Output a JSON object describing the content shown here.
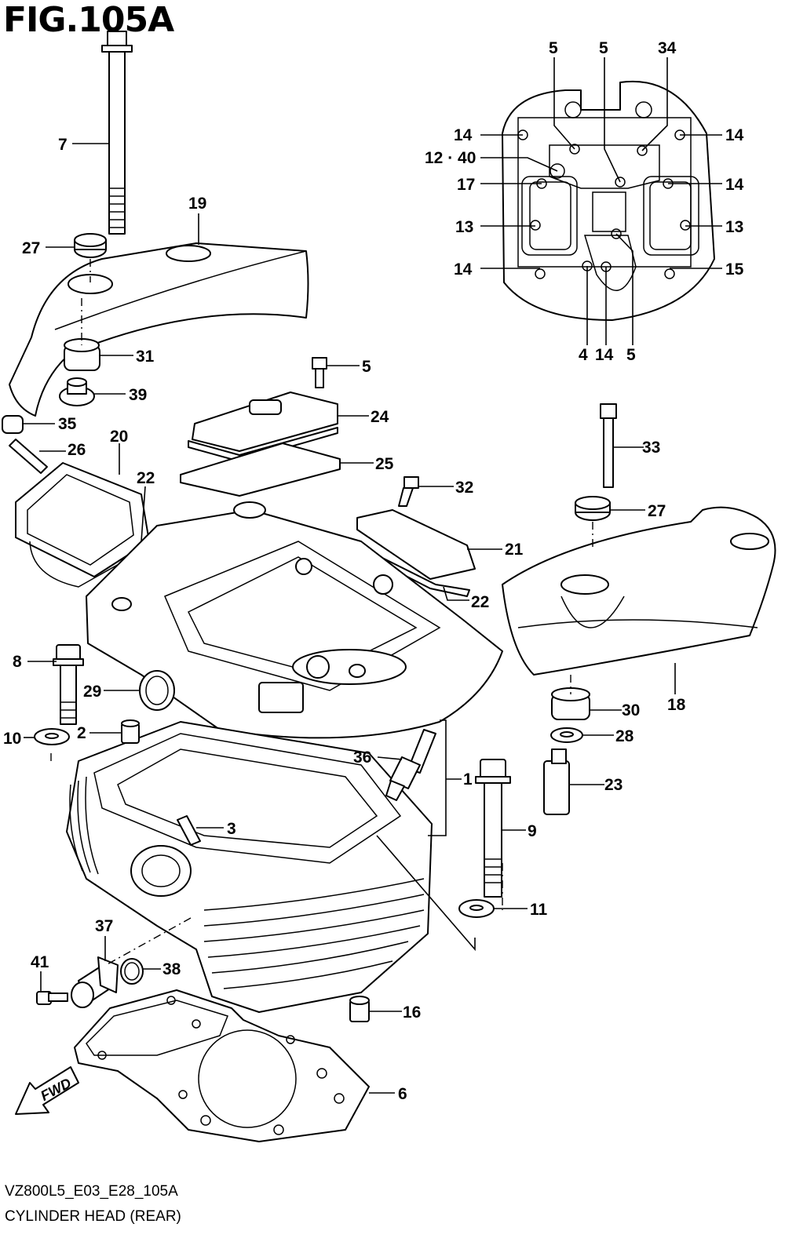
{
  "figure": {
    "title": "FIG.105A",
    "model_code": "VZ800L5_E03_E28_105A",
    "description": "CYLINDER HEAD (REAR)",
    "fwd_label": "FWD"
  },
  "callouts": [
    {
      "id": "c7",
      "label": "7"
    },
    {
      "id": "c19",
      "label": "19"
    },
    {
      "id": "c27a",
      "label": "27"
    },
    {
      "id": "c31",
      "label": "31"
    },
    {
      "id": "c39",
      "label": "39"
    },
    {
      "id": "c35",
      "label": "35"
    },
    {
      "id": "c26",
      "label": "26"
    },
    {
      "id": "c20",
      "label": "20"
    },
    {
      "id": "c22a",
      "label": "22"
    },
    {
      "id": "c5a",
      "label": "5"
    },
    {
      "id": "c24",
      "label": "24"
    },
    {
      "id": "c25",
      "label": "25"
    },
    {
      "id": "c32",
      "label": "32"
    },
    {
      "id": "c21",
      "label": "21"
    },
    {
      "id": "c22b",
      "label": "22"
    },
    {
      "id": "c33",
      "label": "33"
    },
    {
      "id": "c27b",
      "label": "27"
    },
    {
      "id": "c18",
      "label": "18"
    },
    {
      "id": "c8",
      "label": "8"
    },
    {
      "id": "c29",
      "label": "29"
    },
    {
      "id": "c10",
      "label": "10"
    },
    {
      "id": "c2",
      "label": "2"
    },
    {
      "id": "c36",
      "label": "36"
    },
    {
      "id": "c1",
      "label": "1"
    },
    {
      "id": "c30",
      "label": "30"
    },
    {
      "id": "c28",
      "label": "28"
    },
    {
      "id": "c23",
      "label": "23"
    },
    {
      "id": "c3",
      "label": "3"
    },
    {
      "id": "c9",
      "label": "9"
    },
    {
      "id": "c11",
      "label": "11"
    },
    {
      "id": "c37",
      "label": "37"
    },
    {
      "id": "c41",
      "label": "41"
    },
    {
      "id": "c38",
      "label": "38"
    },
    {
      "id": "c16",
      "label": "16"
    },
    {
      "id": "c6",
      "label": "6"
    },
    {
      "id": "i5a",
      "label": "5"
    },
    {
      "id": "i5b",
      "label": "5"
    },
    {
      "id": "i34",
      "label": "34"
    },
    {
      "id": "i14a",
      "label": "14"
    },
    {
      "id": "i14b",
      "label": "14"
    },
    {
      "id": "i1240",
      "label": "12 · 40"
    },
    {
      "id": "i17",
      "label": "17"
    },
    {
      "id": "i14c",
      "label": "14"
    },
    {
      "id": "i13a",
      "label": "13"
    },
    {
      "id": "i13b",
      "label": "13"
    },
    {
      "id": "i14d",
      "label": "14"
    },
    {
      "id": "i15",
      "label": "15"
    },
    {
      "id": "i4",
      "label": "4"
    },
    {
      "id": "i14e",
      "label": "14"
    },
    {
      "id": "i5c",
      "label": "5"
    }
  ]
}
